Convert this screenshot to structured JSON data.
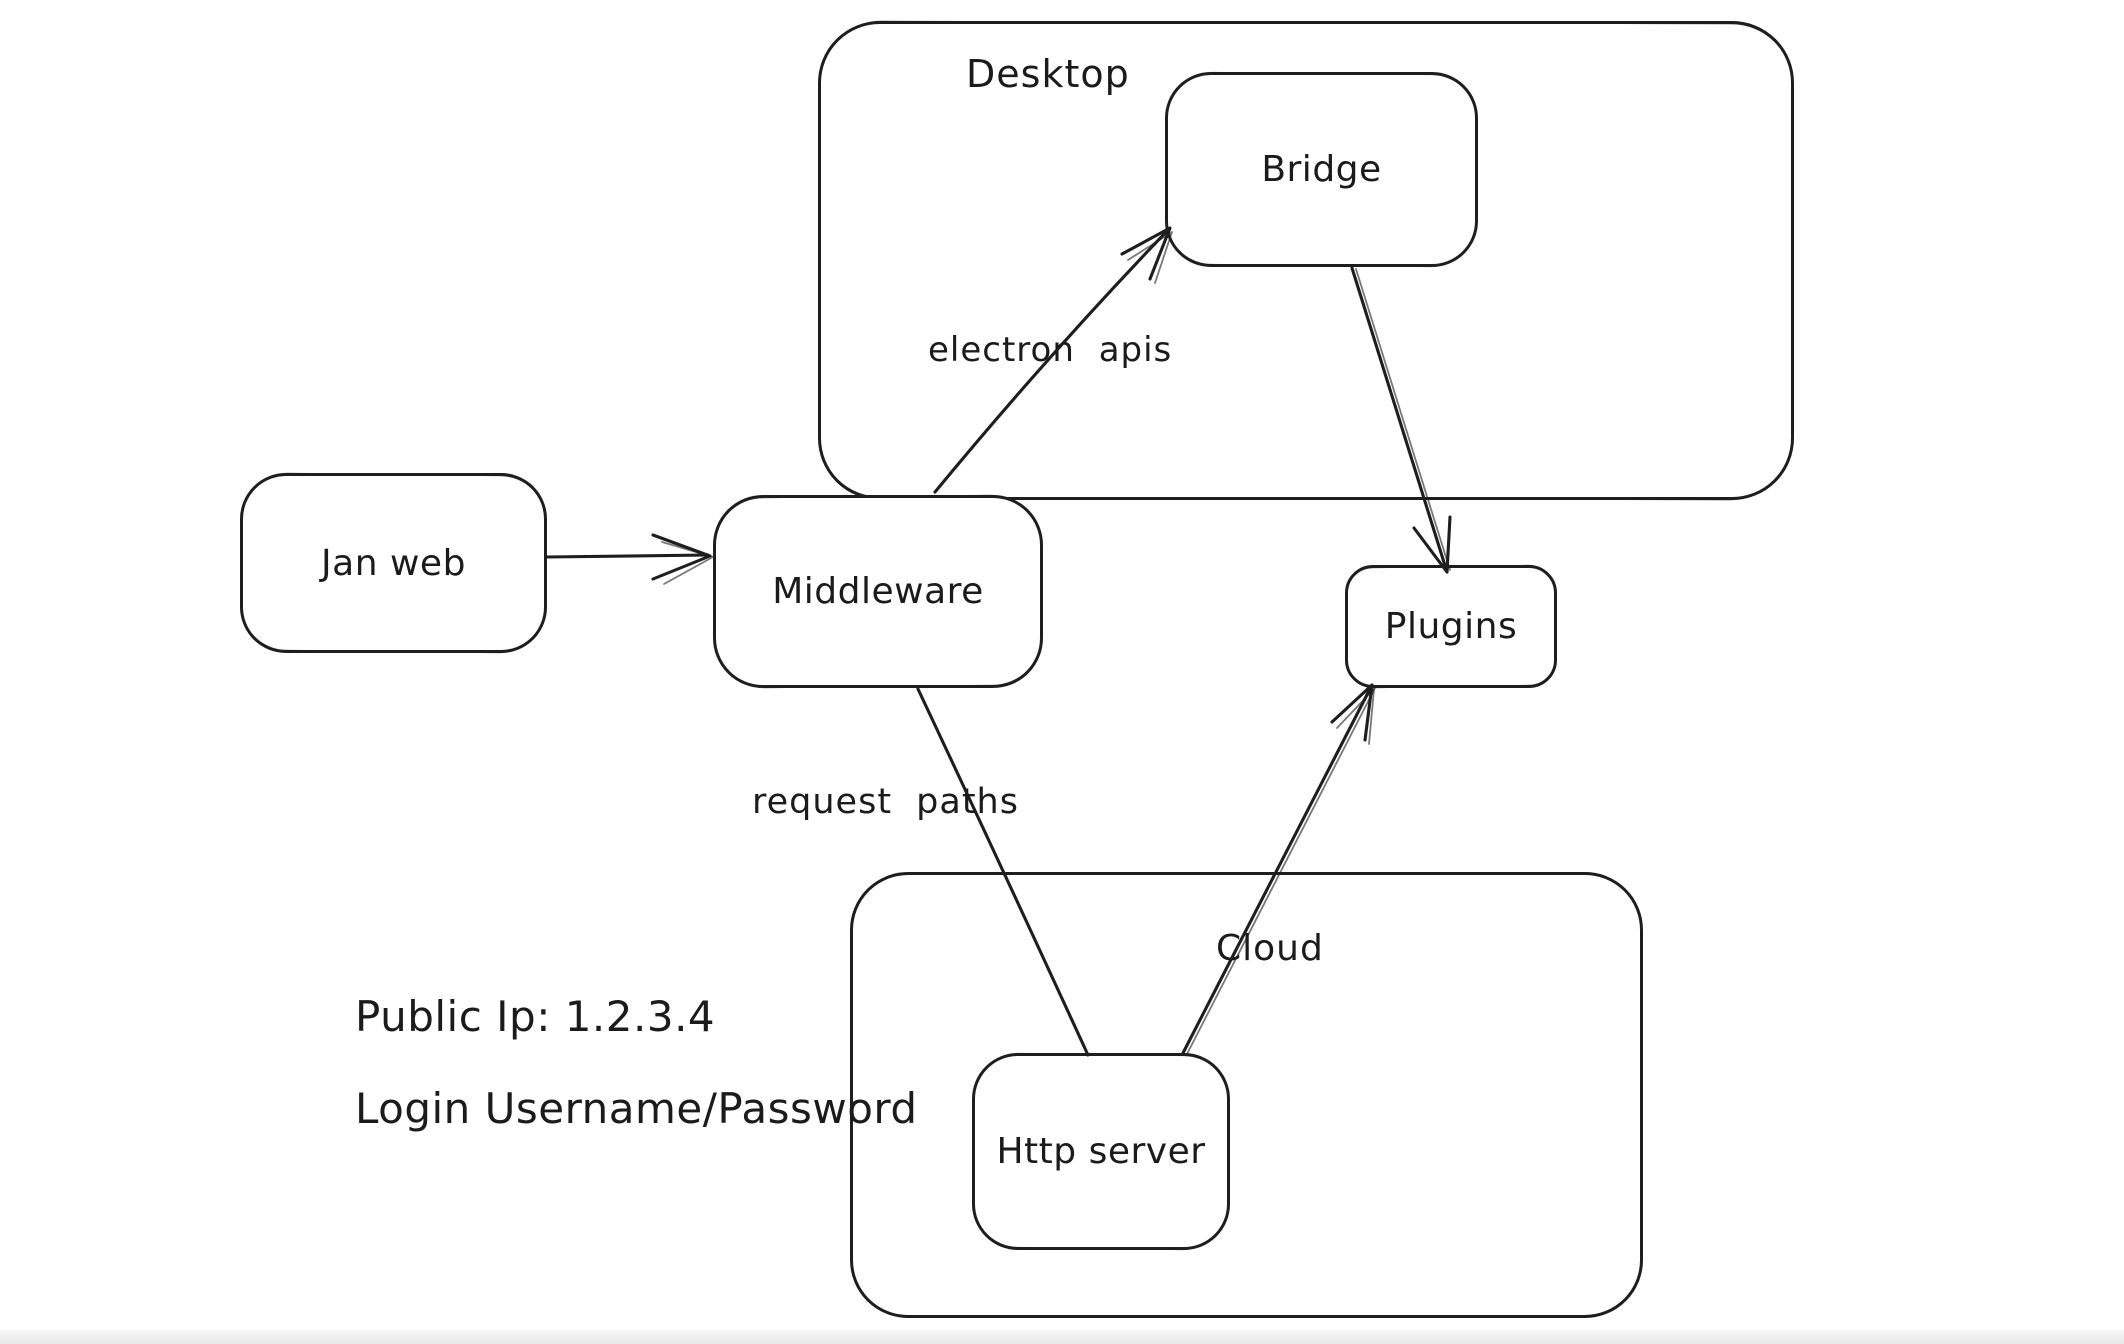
{
  "diagram": {
    "containers": [
      {
        "id": "desktop",
        "label": "Desktop"
      },
      {
        "id": "cloud",
        "label": "Cloud"
      }
    ],
    "nodes": [
      {
        "id": "jan-web",
        "label": "Jan web"
      },
      {
        "id": "middleware",
        "label": "Middleware"
      },
      {
        "id": "bridge",
        "label": "Bridge"
      },
      {
        "id": "plugins",
        "label": "Plugins"
      },
      {
        "id": "http-server",
        "label": "Http server"
      }
    ],
    "edges": [
      {
        "from": "jan-web",
        "to": "middleware",
        "label": ""
      },
      {
        "from": "middleware",
        "to": "bridge",
        "label": "electron apis"
      },
      {
        "from": "bridge",
        "to": "plugins",
        "label": ""
      },
      {
        "from": "middleware",
        "to": "http-server",
        "label": "request paths"
      },
      {
        "from": "http-server",
        "to": "plugins",
        "label": ""
      }
    ],
    "annotations": [
      {
        "text": "Public Ip: 1.2.3.4"
      },
      {
        "text": "Login Username/Password"
      }
    ],
    "colors": {
      "stroke": "#1e1e1e",
      "background": "#ffffff",
      "footer_strip": "#ededed"
    }
  }
}
